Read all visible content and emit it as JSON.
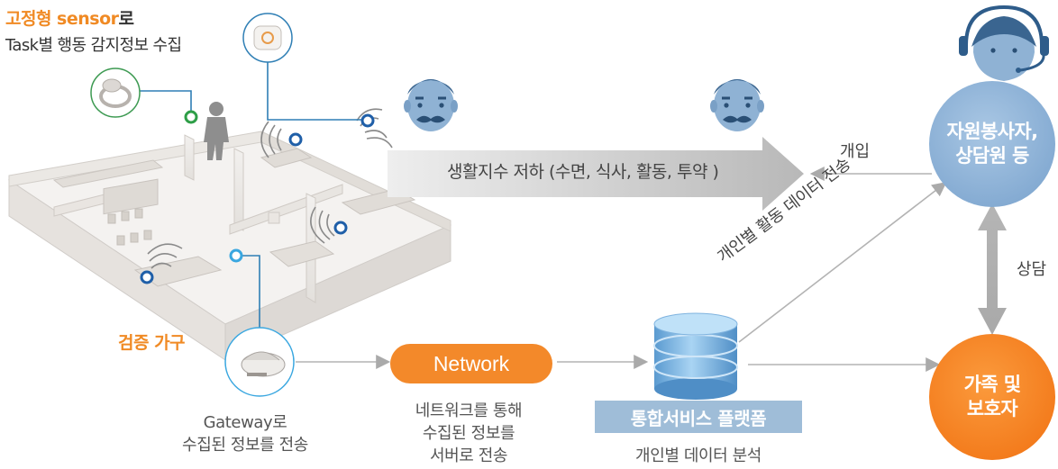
{
  "captions": {
    "sensor_highlight": "고정형 sensor",
    "sensor_suffix": "로",
    "sensor_line2": "Task별 행동 감지정보 수집",
    "verify_furniture": "검증 가구"
  },
  "gateway": {
    "line1": "Gateway로",
    "line2": "수집된 정보를 전송"
  },
  "network": {
    "label": "Network",
    "line1": "네트워크를 통해",
    "line2": "수집된 정보를",
    "line3": "서버로 전송"
  },
  "service": {
    "label": "통합서비스 플랫폼",
    "sub": "개인별 데이터 분석"
  },
  "arrows": {
    "big_arrow_text": "생활지수 저하 (수면, 식사, 활동, 투약 )",
    "intervene": "개입",
    "consult": "상담",
    "diagonal": "개인별 활동 데이터 전송"
  },
  "nodes": {
    "volunteer_line1": "자원봉사자,",
    "volunteer_line2": "상담원 등",
    "family_line1": "가족 및",
    "family_line2": "보호자"
  },
  "colors": {
    "orange": "#f08a24",
    "blue_node": "#86acd3",
    "network_pill": "#f3892a",
    "service_box": "#9fbdd8",
    "arrow_gray": "#c4c4c4"
  }
}
